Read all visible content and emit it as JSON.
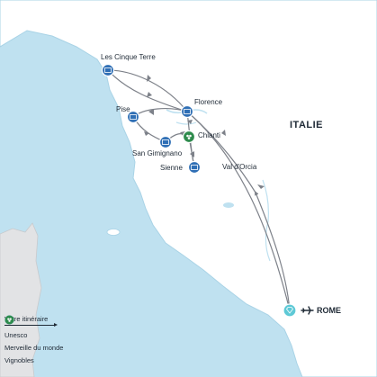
{
  "map": {
    "country_label": "ITALIE",
    "places": [
      {
        "id": "cinque-terre",
        "label": "Les Cinque Terre",
        "category": "unesco"
      },
      {
        "id": "florence",
        "label": "Florence",
        "category": "unesco"
      },
      {
        "id": "pise",
        "label": "Pise",
        "category": "unesco"
      },
      {
        "id": "san-gimignano",
        "label": "San Gimignano",
        "category": "unesco"
      },
      {
        "id": "chianti",
        "label": "Chianti",
        "category": "vignobles"
      },
      {
        "id": "sienne",
        "label": "Sienne",
        "category": "unesco"
      },
      {
        "id": "val-d-orcia",
        "label": "Val d'Orcia",
        "category": "none"
      },
      {
        "id": "rome",
        "label": "ROME",
        "category": "merveille"
      }
    ],
    "route_order": [
      "rome",
      "val-d-orcia",
      "florence",
      "cinque-terre",
      "florence",
      "pise",
      "san-gimignano",
      "chianti",
      "sienne",
      "florence",
      "rome"
    ],
    "colors": {
      "sea": "#bfe1f0",
      "land": "#ffffff",
      "foreign_land": "#e2e3e5",
      "coast": "#a9d3e6",
      "route": "#7d8189",
      "unesco": "#2f6fb5",
      "merveille": "#5ec9d6",
      "vignobles": "#2e8b4d",
      "text": "#1f2a36"
    }
  },
  "legend": {
    "title": "Votre itinéraire",
    "items": [
      {
        "icon": "unesco-icon",
        "label": "Unesco"
      },
      {
        "icon": "merveille-icon",
        "label": "Merveille du monde"
      },
      {
        "icon": "vignobles-icon",
        "label": "Vignobles"
      }
    ]
  }
}
